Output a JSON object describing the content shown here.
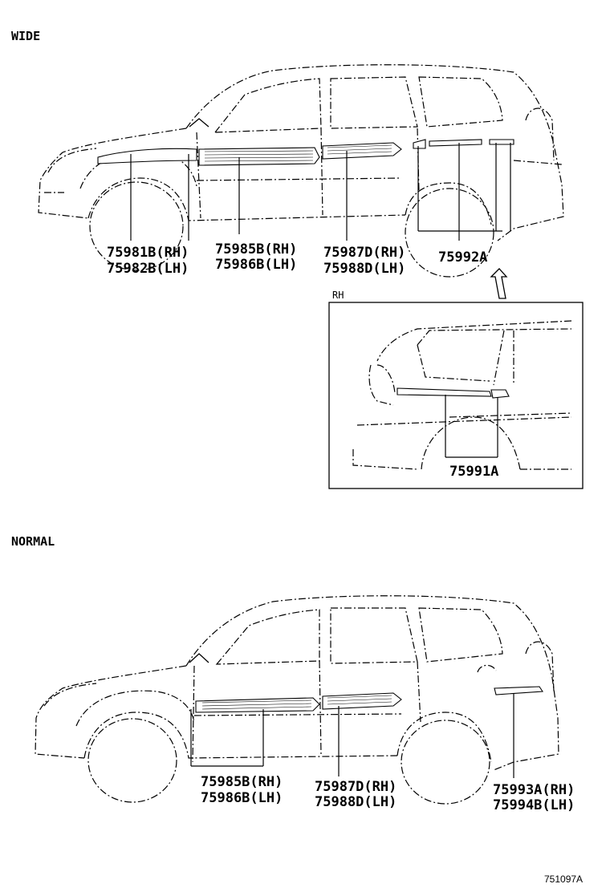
{
  "sections": {
    "wide": "WIDE",
    "normal": "NORMAL",
    "inset": "RH"
  },
  "wide_parts": {
    "p1_rh": "75981B(RH)",
    "p1_lh": "75982B(LH)",
    "p2_rh": "75985B(RH)",
    "p2_lh": "75986B(LH)",
    "p3_rh": "75987D(RH)",
    "p3_lh": "75988D(LH)",
    "p4": "75992A"
  },
  "inset_parts": {
    "p1": "75991A"
  },
  "normal_parts": {
    "p1_rh": "75985B(RH)",
    "p1_lh": "75986B(LH)",
    "p2_rh": "75987D(RH)",
    "p2_lh": "75988D(LH)",
    "p3_rh": "75993A(RH)",
    "p3_lh": "75994B(LH)"
  },
  "diagram_code": "751097A"
}
